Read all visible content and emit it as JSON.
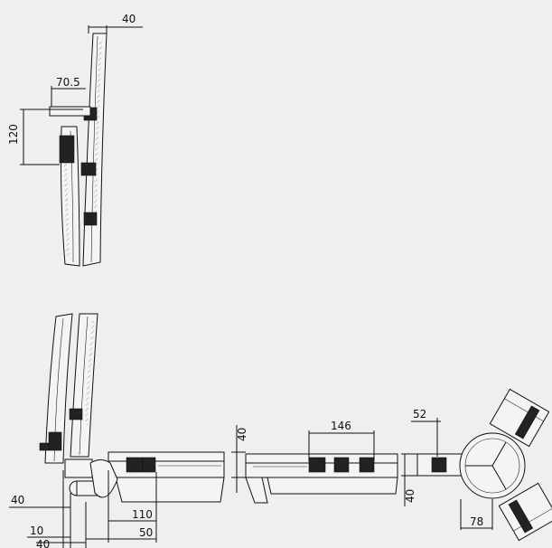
{
  "colors": {
    "background": "#efefef",
    "line": "#111111"
  },
  "dimensions": {
    "top_width_40": "40",
    "top_offset_70_5": "70.5",
    "top_height_120": "120",
    "bottom_left_40": "40",
    "bottom_10": "10",
    "bottom_40": "40",
    "bottom_110": "110",
    "bottom_50": "50",
    "straight_height_40": "40",
    "straight_146": "146",
    "junction_52": "52",
    "junction_40": "40",
    "junction_78": "78"
  }
}
